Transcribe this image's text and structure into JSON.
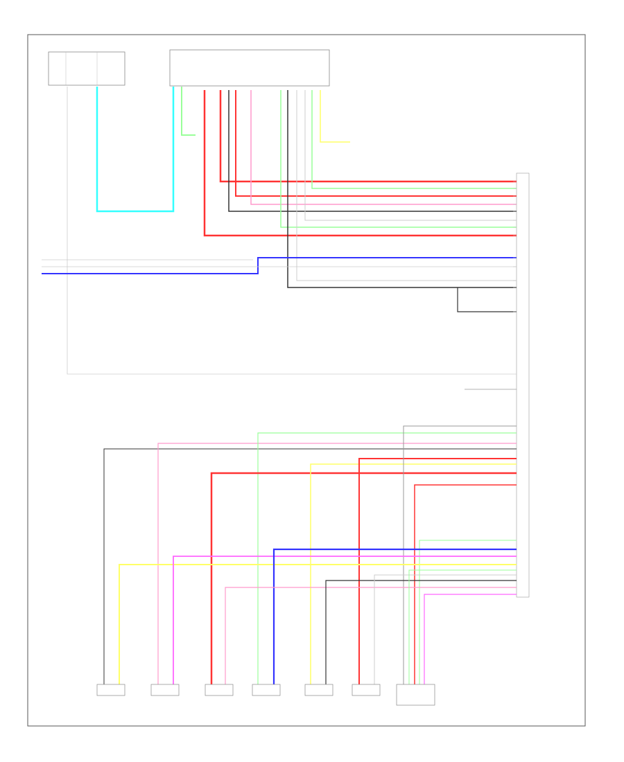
{
  "diagram": {
    "corner_note": "",
    "labels": {
      "top_left_module_top1": "",
      "top_left_module_top2": "",
      "top_left_module_note": "",
      "top_module_note": "",
      "ground_note": "",
      "main_module_note": ""
    },
    "speakers": [
      {
        "id": "spk1",
        "caption": ""
      },
      {
        "id": "spk2",
        "caption": ""
      },
      {
        "id": "spk3",
        "caption": ""
      },
      {
        "id": "spk4",
        "caption": ""
      },
      {
        "id": "spk5",
        "caption": ""
      },
      {
        "id": "spk6",
        "caption": ""
      },
      {
        "id": "spk7",
        "caption": ""
      }
    ],
    "colors": {
      "red": "#ff3333",
      "pink": "#ff99cc",
      "light_green": "#99ff99",
      "yellow": "#ffff66",
      "cyan": "#33ffff",
      "blue": "#3333ff",
      "magenta": "#ff66ff",
      "gray": "#999999",
      "black": "#333333",
      "light_gray": "#cccccc"
    }
  }
}
